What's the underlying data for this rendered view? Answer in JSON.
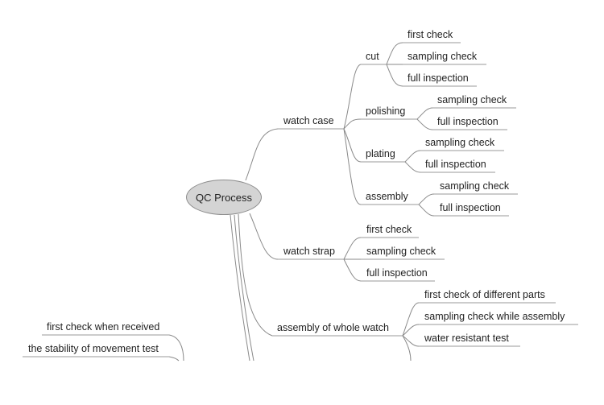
{
  "root": {
    "label": "QC Process"
  },
  "watch_case": {
    "label": "watch case",
    "cut": {
      "label": "cut",
      "items": [
        "first check",
        "sampling check",
        "full inspection"
      ]
    },
    "polishing": {
      "label": "polishing",
      "items": [
        "sampling check",
        "full inspection"
      ]
    },
    "plating": {
      "label": "plating",
      "items": [
        "sampling check",
        "full inspection"
      ]
    },
    "assembly": {
      "label": "assembly",
      "items": [
        "sampling check",
        "full inspection"
      ]
    }
  },
  "watch_strap": {
    "label": "watch strap",
    "items": [
      "first check",
      "sampling check",
      "full inspection"
    ]
  },
  "whole_watch": {
    "label": "assembly of whole watch",
    "items": [
      "first check of different parts",
      "sampling check while assembly",
      "water resistant test"
    ]
  },
  "left": {
    "items": [
      "first check when received",
      "the stability of movement test"
    ]
  },
  "colors": {
    "line": "#8a8a8a",
    "root_fill": "#d4d4d4",
    "root_border": "#8c8c8c"
  }
}
